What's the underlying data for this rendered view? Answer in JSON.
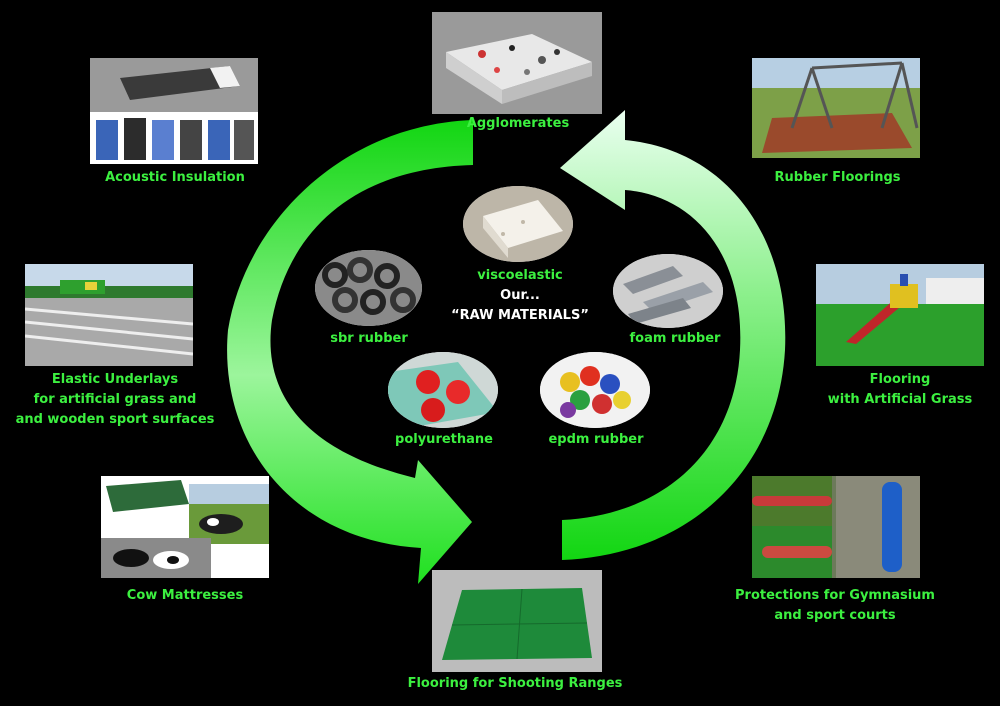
{
  "center": {
    "line1": "Our...",
    "line2": "“RAW MATERIALS”"
  },
  "raw_materials": {
    "viscoelastic": "viscoelastic",
    "sbr": "sbr rubber",
    "foam": "foam rubber",
    "polyurethane": "polyurethane",
    "epdm": "epdm rubber"
  },
  "applications": {
    "agglomerates": [
      "Agglomerates"
    ],
    "acoustic": [
      "Acoustic Insulation"
    ],
    "rubber_floorings": [
      "Rubber Floorings"
    ],
    "elastic": [
      "Elastic Underlays",
      "for artificial grass and",
      "and wooden sport surfaces"
    ],
    "artificial_grass": [
      "Flooring",
      "with Artificial Grass"
    ],
    "cow": [
      "Cow Mattresses"
    ],
    "protections": [
      "Protections for Gymnasium",
      "and sport courts"
    ],
    "shooting": [
      "Flooring for Shooting Ranges"
    ]
  },
  "colors": {
    "label": "#3cf040",
    "background": "#000000",
    "arrow": "#19e619"
  }
}
